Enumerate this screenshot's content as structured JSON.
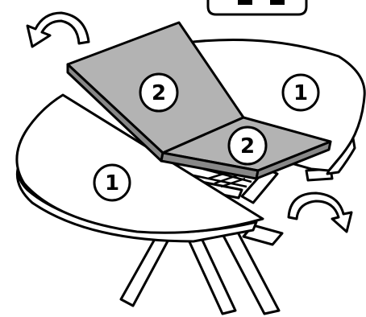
{
  "colors": {
    "line": "#000000",
    "table_top": "#ffffff",
    "leaf": "#b3b3b3"
  },
  "icons": {
    "top_left_arrow": "counterclockwise-rotation-arrow-icon",
    "right_arrow": "clockwise-rotation-arrow-icon"
  },
  "parts": {
    "table_half_right": "1",
    "table_half_left": "1",
    "leaf_upper": "2",
    "leaf_lower": "2"
  }
}
